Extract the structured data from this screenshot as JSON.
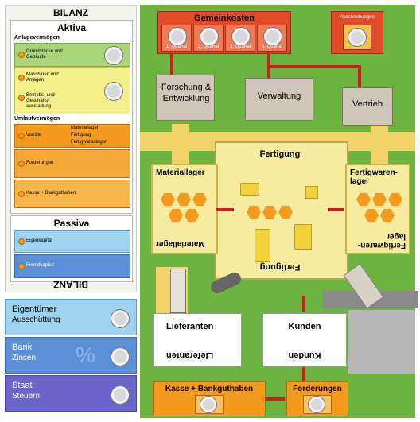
{
  "bilanz": {
    "title_top": "BILANZ",
    "title_bottom": "BILANZ",
    "aktiva": {
      "title": "Aktiva",
      "anlage": "Anlagevermögen",
      "grundstuecke": "Grundstücke und Gebäude",
      "maschinen": "Maschinen und Anlagen",
      "betriebs": "Betriebs- und Geschäfts- ausstattung",
      "umlauf": "Umlaufvermögen",
      "vorraete": "Vorräte",
      "materiallager": "Materiallager",
      "fertigung": "Fertigung",
      "fertigwarenlager": "Fertigwarenlager",
      "forderungen": "Forderungen",
      "kasse": "Kasse + Bankguthaben"
    },
    "passiva": {
      "title": "Passiva",
      "eigenkapital": "Eigenkapital",
      "fremdkapital": "Fremdkapital"
    }
  },
  "left_boxes": {
    "eigentuemer": {
      "title": "Eigentümer",
      "sub": "Ausschüttung"
    },
    "bank": {
      "title": "Bank",
      "sub": "Zinsen"
    },
    "staat": {
      "title": "Staat",
      "sub": "Steuern"
    }
  },
  "gemeinkosten": {
    "title": "Gemeinkosten",
    "quartals": [
      "1. Quartal",
      "2. Quartal",
      "3. Quartal",
      "4. Quartal"
    ]
  },
  "abschreibungen": "Abschreibungen",
  "buildings": {
    "forschung": "Forschung & Entwicklung",
    "verwaltung": "Verwaltung",
    "vertrieb": "Vertrieb"
  },
  "factory": {
    "fertigung": "Fertigung",
    "materiallager": "Materiallager",
    "fertigwarenlager": "Fertigwaren- lager"
  },
  "lieferanten": "Lieferanten",
  "kunden": "Kunden",
  "kasse_bank": "Kasse + Bankguthaben",
  "forderungen": "Forderungen",
  "colors": {
    "grass": "#6db33f",
    "road": "#f2d36a",
    "arrow": "#c72222",
    "orange": "#f39a1f",
    "red": "#e14b2a",
    "blue": "#5b8fd6",
    "purple": "#6a66c9"
  }
}
